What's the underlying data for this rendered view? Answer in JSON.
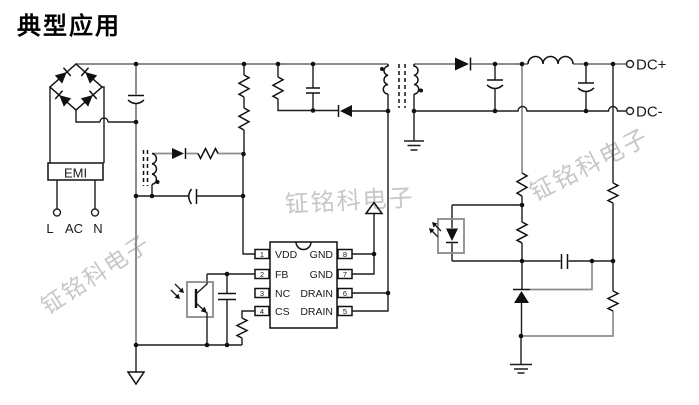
{
  "title": "典型应用",
  "watermark": {
    "text": "钲铭科电子"
  },
  "emi": {
    "label": "EMI"
  },
  "ac_input": {
    "l": "L",
    "ac": "AC",
    "n": "N"
  },
  "outputs": {
    "dc_plus": "DC+",
    "dc_minus": "DC-"
  },
  "chip": {
    "left_pins": [
      {
        "num": "1",
        "label": "VDD"
      },
      {
        "num": "2",
        "label": "FB"
      },
      {
        "num": "3",
        "label": "NC"
      },
      {
        "num": "4",
        "label": "CS"
      }
    ],
    "right_pins": [
      {
        "num": "8",
        "label": "GND"
      },
      {
        "num": "7",
        "label": "GND"
      },
      {
        "num": "6",
        "label": "DRAIN"
      },
      {
        "num": "5",
        "label": "DRAIN"
      }
    ]
  },
  "colors": {
    "wire": "#1d1d1d",
    "rail": "#8d8d8d",
    "watermark": "#c7c7c7"
  }
}
